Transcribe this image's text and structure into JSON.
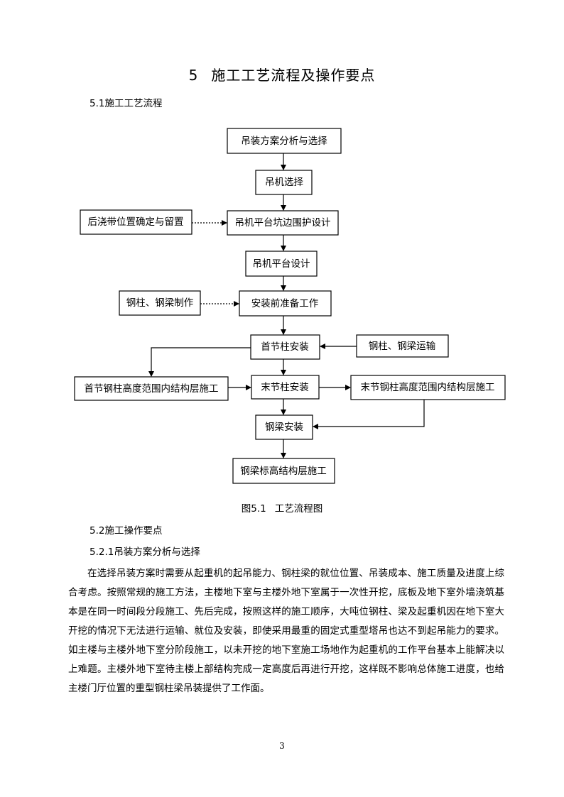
{
  "title": {
    "number": "5",
    "text": "施工工艺流程及操作要点"
  },
  "section_5_1": "5.1施工工艺流程",
  "flowchart": {
    "boxes": {
      "b1": "吊装方案分析与选择",
      "b2": "吊机选择",
      "b3": "后浇带位置确定与留置",
      "b4": "吊机平台坑边围护设计",
      "b5": "吊机平台设计",
      "b6": "钢柱、钢梁制作",
      "b7": "安装前准备工作",
      "b8": "首节柱安装",
      "b9": "钢柱、钢梁运输",
      "b10": "首节钢柱高度范围内结构层施工",
      "b11": "末节柱安装",
      "b12": "末节钢柱高度范围内结构层施工",
      "b13": "钢梁安装",
      "b14": "钢梁标高结构层施工"
    }
  },
  "figure_caption": {
    "label": "图5.1",
    "text": "工艺流程图"
  },
  "section_5_2": "5.2施工操作要点",
  "section_5_2_1": "5.2.1吊装方案分析与选择",
  "paragraph": "在选择吊装方案时需要从起重机的起吊能力、钢柱梁的就位位置、吊装成本、施工质量及进度上综合考虑。按照常规的施工方法，主楼地下室与主楼外地下室属于一次性开挖，底板及地下室外墙浇筑基本是在同一时间段分段施工、先后完成，按照这样的施工顺序，大吨位钢柱、梁及起重机因在地下室大开挖的情况下无法进行运输、就位及安装，即使采用最重的固定式重型塔吊也达不到起吊能力的要求。如主楼与主楼外地下室分阶段施工，以未开挖的地下室施工场地作为起重机的工作平台基本上能解决以上难题。主楼外地下室待主楼上部结构完成一定高度后再进行开挖，这样既不影响总体施工进度，也给主楼门厅位置的重型钢柱梁吊装提供了工作面。",
  "page_number": "3"
}
